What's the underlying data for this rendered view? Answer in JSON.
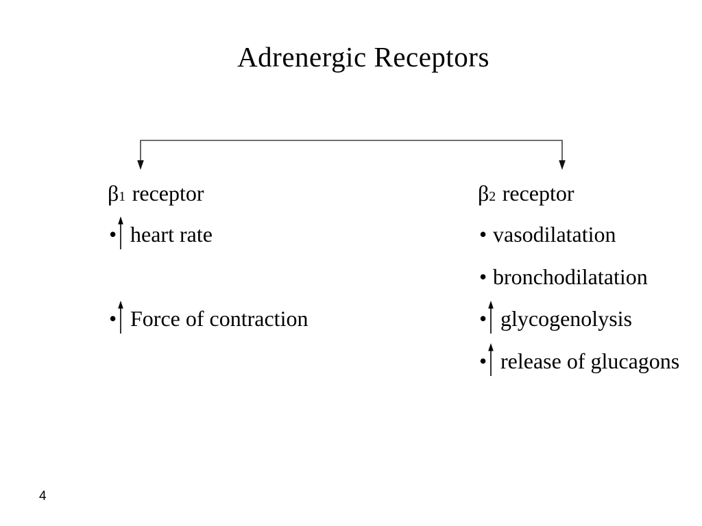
{
  "slide": {
    "title": "Adrenergic Receptors",
    "page_number": "4",
    "colors": {
      "background": "#ffffff",
      "text": "#000000",
      "connector_line": "#3f3f3f",
      "arrowhead": "#111111"
    },
    "icons": {
      "bullet": "•",
      "up_arrow": "up-arrow",
      "branch_connector": "bracket-with-down-arrows"
    },
    "branches": {
      "left": {
        "header": {
          "symbol": "β",
          "subscript": "1",
          "label": "receptor"
        },
        "items": [
          {
            "bullet": "•",
            "has_up_arrow": true,
            "text": "heart rate"
          },
          {
            "bullet": "•",
            "has_up_arrow": true,
            "text": "Force of contraction"
          }
        ]
      },
      "right": {
        "header": {
          "symbol": "β",
          "subscript": "2",
          "label": "receptor"
        },
        "items": [
          {
            "bullet": "•",
            "has_up_arrow": false,
            "text": "vasodilatation"
          },
          {
            "bullet": "•",
            "has_up_arrow": false,
            "text": "bronchodilatation"
          },
          {
            "bullet": "•",
            "has_up_arrow": true,
            "text": "glycogenolysis"
          },
          {
            "bullet": "•",
            "has_up_arrow": true,
            "text": "release of glucagons"
          }
        ]
      }
    }
  }
}
